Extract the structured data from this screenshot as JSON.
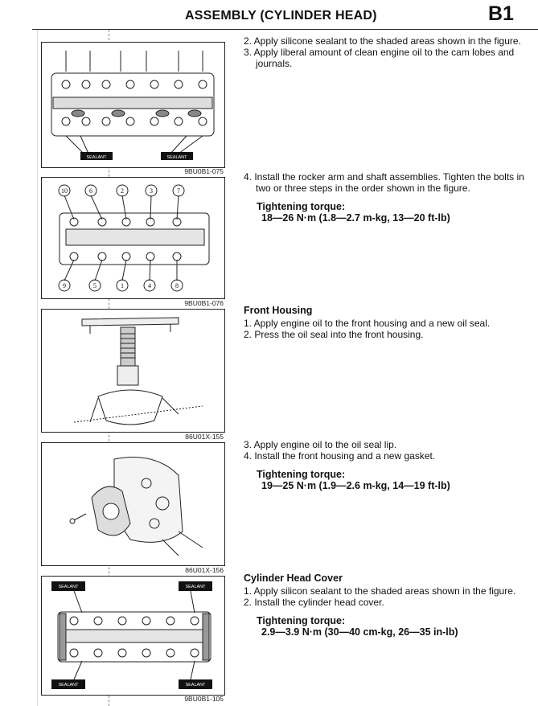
{
  "header": {
    "title": "ASSEMBLY (CYLINDER HEAD)",
    "section": "B1"
  },
  "figures": [
    {
      "id": "9BU0B1-075",
      "sealant_label": "SEALANT"
    },
    {
      "id": "9BU0B1-076",
      "bolt_order": [
        "10",
        "6",
        "2",
        "3",
        "7",
        "9",
        "5",
        "1",
        "4",
        "8"
      ]
    },
    {
      "id": "86U01X-155"
    },
    {
      "id": "86U01X-156"
    },
    {
      "id": "9BU0B1-105",
      "sealant_label": "SEALANT"
    }
  ],
  "blocks": [
    {
      "steps": [
        "2. Apply silicone sealant to the shaded areas shown in the figure.",
        "3. Apply liberal amount of clean engine oil to the cam lobes and journals."
      ]
    },
    {
      "steps": [
        "4. Install the rocker arm and shaft assemblies. Tighten the bolts in two or three steps in the order shown in the figure."
      ],
      "torque_label": "Tightening torque:",
      "torque_value": "18—26 N·m (1.8—2.7 m-kg, 13—20 ft-lb)"
    },
    {
      "heading": "Front Housing",
      "steps": [
        "1. Apply engine oil to the front housing and a new oil seal.",
        "2. Press the oil seal into the front housing."
      ]
    },
    {
      "steps": [
        "3. Apply engine oil to the oil seal lip.",
        "4. Install the front housing and a new gasket."
      ],
      "torque_label": "Tightening torque:",
      "torque_value": "19—25 N·m (1.9—2.6 m-kg, 14—19 ft-lb)"
    },
    {
      "heading": "Cylinder Head Cover",
      "steps": [
        "1. Apply silicon sealant to the shaded areas shown in the figure.",
        "2. Install the cylinder head cover."
      ],
      "torque_label": "Tightening torque:",
      "torque_value": "2.9—3.9 N·m (30—40 cm-kg, 26—35 in-lb)"
    }
  ]
}
